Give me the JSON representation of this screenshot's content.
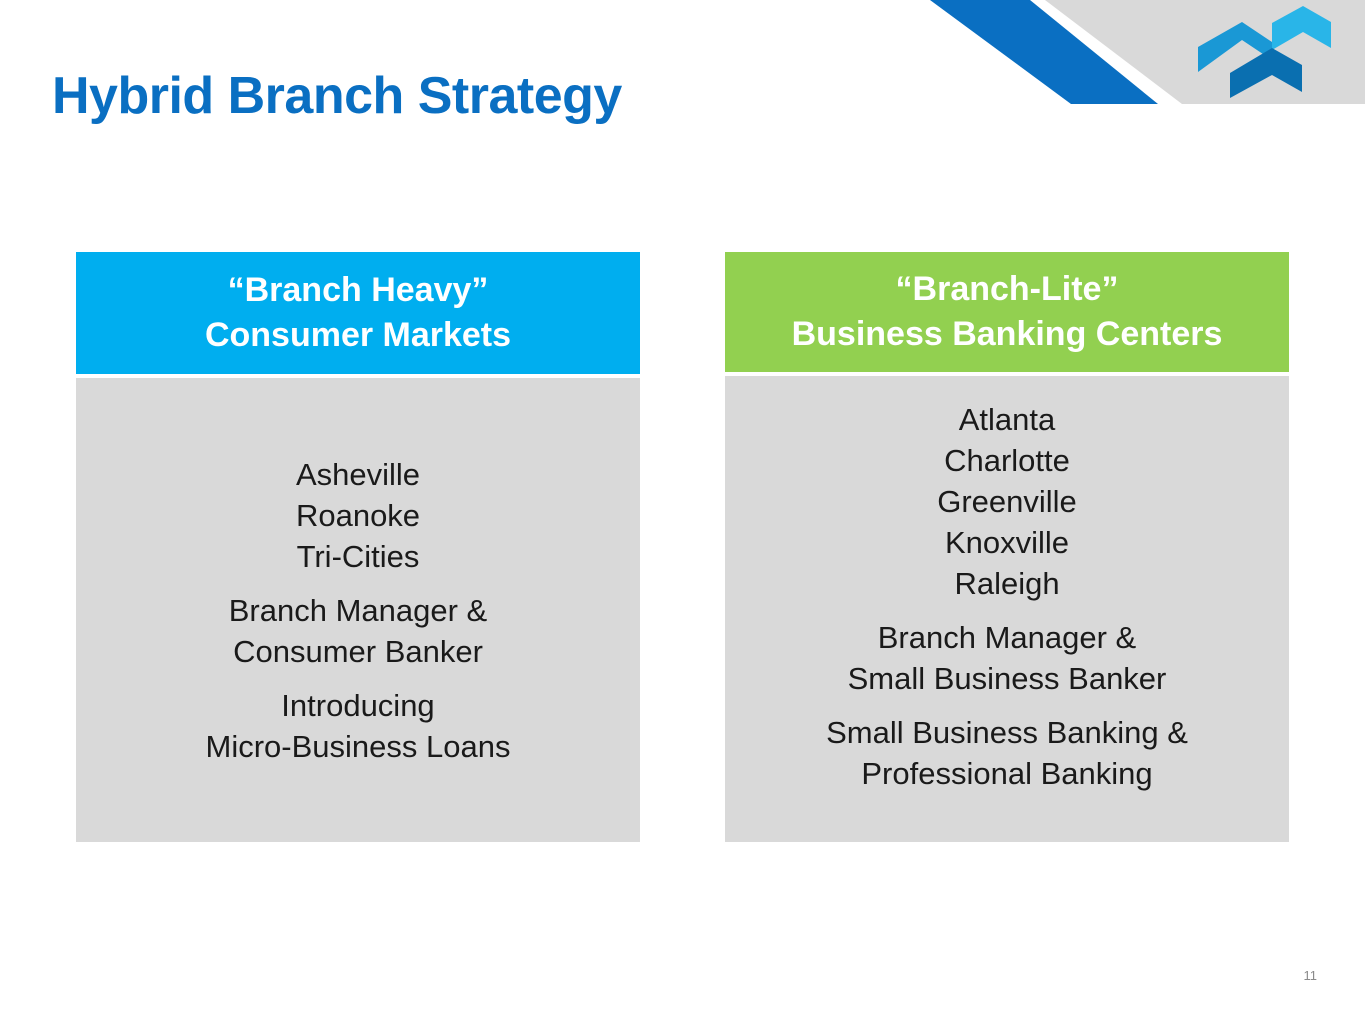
{
  "title": "Hybrid Branch Strategy",
  "left": {
    "heading": [
      "“Branch Heavy”",
      "Consumer Markets"
    ],
    "markets": [
      "Asheville",
      "Roanoke",
      "Tri-Cities"
    ],
    "staffing": [
      "Branch Manager &",
      "Consumer Banker"
    ],
    "products": [
      "Introducing",
      "Micro-Business Loans"
    ]
  },
  "right": {
    "heading": [
      "“Branch-Lite”",
      "Business Banking Centers"
    ],
    "markets": [
      "Atlanta",
      "Charlotte",
      "Greenville",
      "Knoxville",
      "Raleigh"
    ],
    "staffing": [
      "Branch Manager &",
      "Small Business Banker"
    ],
    "products": [
      "Small Business Banking &",
      "Professional Banking"
    ]
  },
  "page_number": "11",
  "colors": {
    "title": "#0a6fc2",
    "consumer": "#00aeef",
    "business": "#92d050",
    "panel": "#d9d9d9"
  }
}
